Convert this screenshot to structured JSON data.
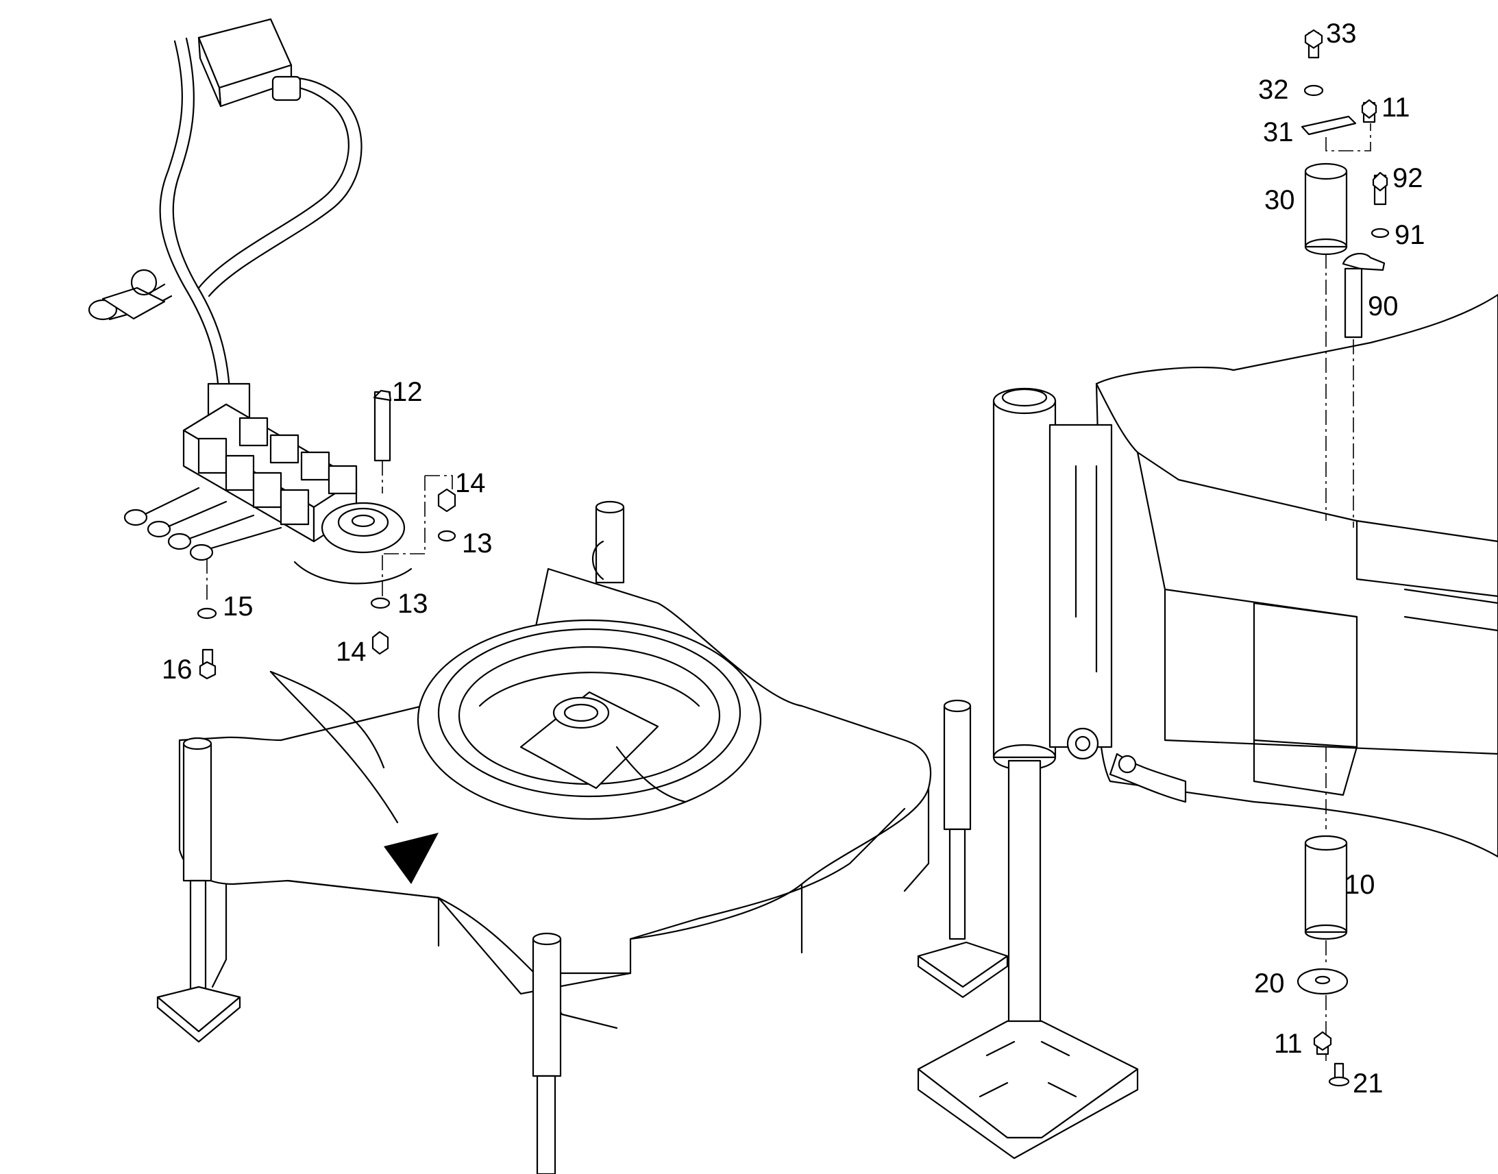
{
  "callouts": [
    {
      "id": "33",
      "text": "33"
    },
    {
      "id": "32",
      "text": "32"
    },
    {
      "id": "11a",
      "text": "11"
    },
    {
      "id": "31",
      "text": "31"
    },
    {
      "id": "92",
      "text": "92"
    },
    {
      "id": "30",
      "text": "30"
    },
    {
      "id": "91",
      "text": "91"
    },
    {
      "id": "90",
      "text": "90"
    },
    {
      "id": "12",
      "text": "12"
    },
    {
      "id": "14a",
      "text": "14"
    },
    {
      "id": "13a",
      "text": "13"
    },
    {
      "id": "15",
      "text": "15"
    },
    {
      "id": "13b",
      "text": "13"
    },
    {
      "id": "14b",
      "text": "14"
    },
    {
      "id": "16",
      "text": "16"
    },
    {
      "id": "10",
      "text": "10"
    },
    {
      "id": "20",
      "text": "20"
    },
    {
      "id": "11b",
      "text": "11"
    },
    {
      "id": "21",
      "text": "21"
    }
  ]
}
